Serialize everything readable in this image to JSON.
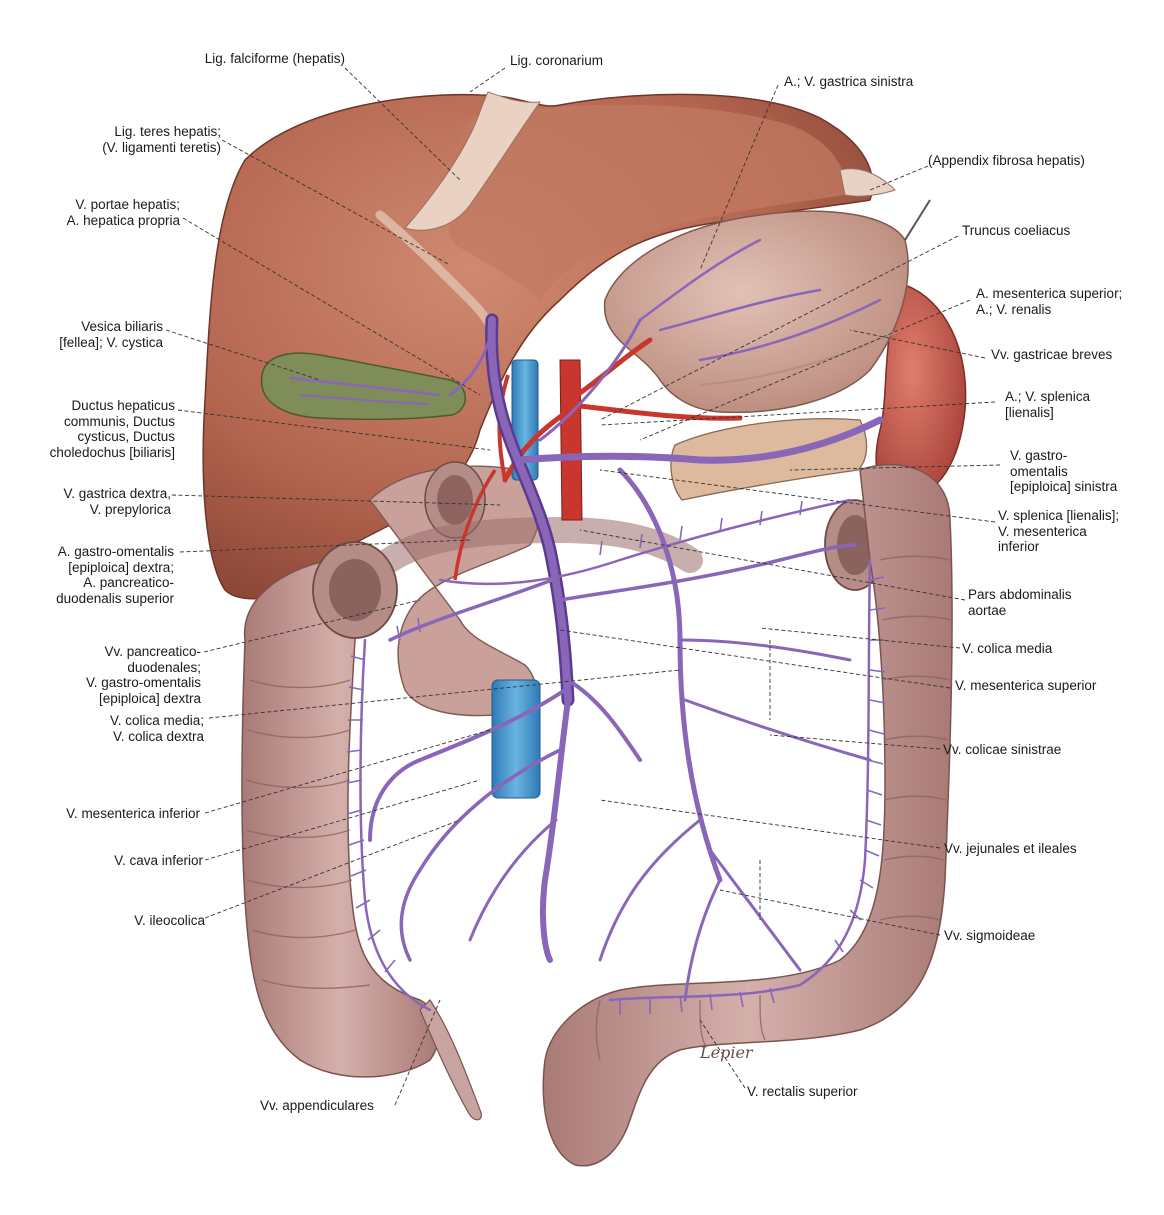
{
  "colors": {
    "liver": "#a85a45",
    "liver_light": "#c9826b",
    "ligament": "#e6c8b6",
    "gallbladder": "#7c8a5a",
    "stomach": "#c99c8e",
    "spleen": "#c0574a",
    "intestine": "#c49a96",
    "intestine_dark": "#9b6e6c",
    "vein": "#8a66b8",
    "vein_dark": "#5b3b90",
    "artery": "#c8362e",
    "ivc": "#3d8fc8",
    "pancreas": "#d8b39a",
    "leader": "#333333"
  },
  "labels": {
    "falciforme": [
      "Lig. falciforme (hepatis)"
    ],
    "coronarium": [
      "Lig. coronarium"
    ],
    "gastrica_sinistra": [
      "A.; V. gastrica sinistra"
    ],
    "teres": [
      "Lig. teres hepatis;",
      "(V. ligamenti teretis)"
    ],
    "appendix_fibrosa": [
      "(Appendix fibrosa hepatis)"
    ],
    "portae": [
      "V. portae hepatis;",
      "A. hepatica propria"
    ],
    "truncus": [
      "Truncus coeliacus"
    ],
    "mesenterica_sup_renalis": [
      "A. mesenterica superior;",
      "A.; V. renalis"
    ],
    "vesica": [
      "Vesica biliaris",
      "[fellea]; V. cystica"
    ],
    "gastricae_breves": [
      "Vv. gastricae breves"
    ],
    "splenica": [
      "A.; V. splenica",
      "[lienalis]"
    ],
    "ductus": [
      "Ductus hepaticus",
      "communis, Ductus",
      "cysticus, Ductus",
      "choledochus [biliaris]"
    ],
    "gastro_omentalis_sin": [
      "V. gastro-",
      "omentalis",
      "[epiploica] sinistra"
    ],
    "gastrica_dextra": [
      "V. gastrica dextra,",
      "V. prepylorica"
    ],
    "splenica_mes_inf": [
      "V. splenica [lienalis];",
      "V. mesenterica",
      "inferior"
    ],
    "gastro_omentalis_dex": [
      "A. gastro-omentalis",
      "[epiploica] dextra;",
      "A. pancreatico-",
      "duodenalis superior"
    ],
    "pars_abdominalis": [
      "Pars abdominalis",
      "aortae"
    ],
    "colica_media_r": [
      "V. colica media"
    ],
    "pancreatico": [
      "Vv. pancreatico-",
      "duodenales;",
      "V. gastro-omentalis",
      "[epiploica] dextra"
    ],
    "mesenterica_superior": [
      "V. mesenterica superior"
    ],
    "colica_media_dextra": [
      "V. colica media;",
      "V. colica dextra"
    ],
    "colicae_sinistrae": [
      "Vv. colicae sinistrae"
    ],
    "mesenterica_inferior": [
      "V. mesenterica inferior"
    ],
    "jejunales": [
      "Vv. jejunales et ileales"
    ],
    "cava": [
      "V. cava inferior"
    ],
    "ileocolica": [
      "V. ileocolica"
    ],
    "sigmoideae": [
      "Vv. sigmoideae"
    ],
    "rectalis": [
      "V. rectalis superior"
    ],
    "appendiculares": [
      "Vv. appendiculares"
    ]
  },
  "signature": "Lepier"
}
